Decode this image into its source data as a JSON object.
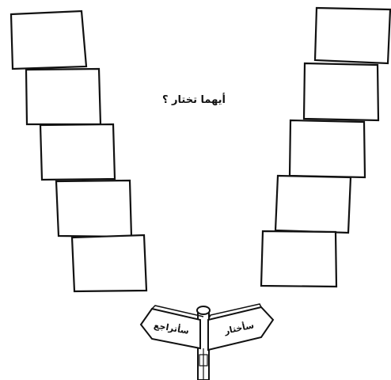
{
  "question": "أيهما تختار ؟",
  "signpost": {
    "left_arrow_label": "سأتراجع",
    "right_arrow_label": "سأختار"
  },
  "left_path": {
    "box_count": 5
  },
  "right_path": {
    "box_count": 5
  }
}
